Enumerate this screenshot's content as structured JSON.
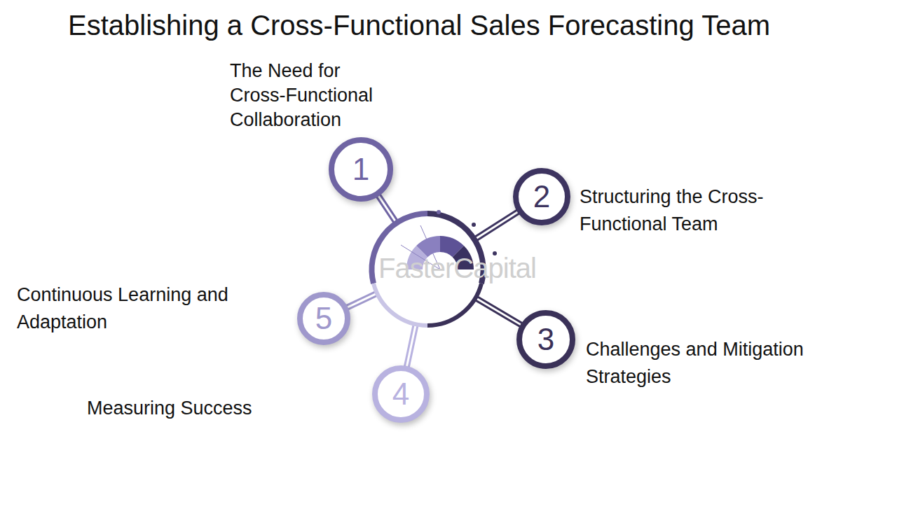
{
  "diagram": {
    "title": "Establishing a Cross-Functional Sales Forecasting Team",
    "nodes": [
      {
        "text": [
          "1",
          "The Need for Cross-Functional Collaboration"
        ]
      },
      {
        "text": [
          "2",
          "Structuring the Cross-Functional Team"
        ]
      },
      {
        "text": [
          "3",
          "Challenges and Mitigation Strategies"
        ]
      },
      {
        "text": [
          "4",
          "Measuring Success"
        ]
      },
      {
        "text": [
          "5",
          "Continuous Learning and Adaptation"
        ]
      }
    ],
    "labels": [
      "FasterCapital"
    ]
  }
}
